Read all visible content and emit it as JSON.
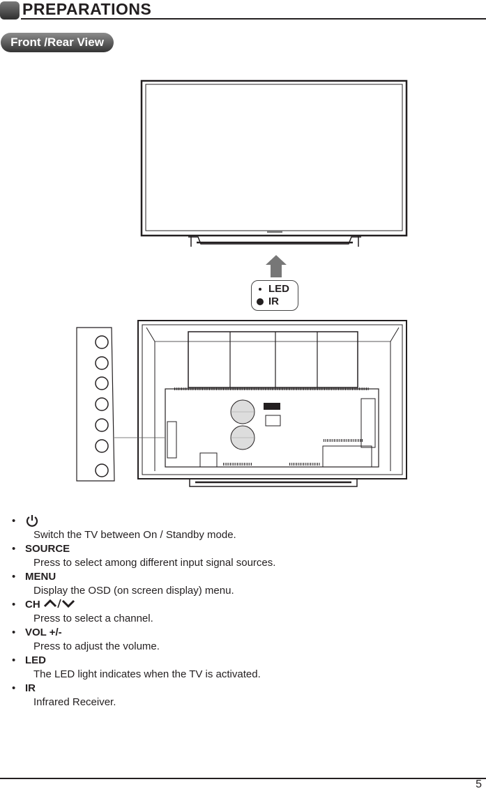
{
  "header": {
    "title": "PREPARATIONS"
  },
  "section": {
    "label": "Front /Rear View"
  },
  "indicator": {
    "led": "LED",
    "ir": "IR"
  },
  "items": [
    {
      "title": "",
      "icon": "power-icon",
      "desc": "Switch the TV between On / Standby mode."
    },
    {
      "title": "SOURCE",
      "desc": "Press to select among different input signal sources."
    },
    {
      "title": "MENU",
      "desc": "Display the OSD (on screen display) menu."
    },
    {
      "title": "CH",
      "icon": "channel-up-down-icon",
      "desc": "Press to select a channel."
    },
    {
      "title": "VOL +/-",
      "desc": "Press to adjust the volume."
    },
    {
      "title": "LED",
      "desc": "The LED light indicates when the TV is activated."
    },
    {
      "title": "IR",
      "desc": "Infrared Receiver."
    }
  ],
  "page_number": "5"
}
